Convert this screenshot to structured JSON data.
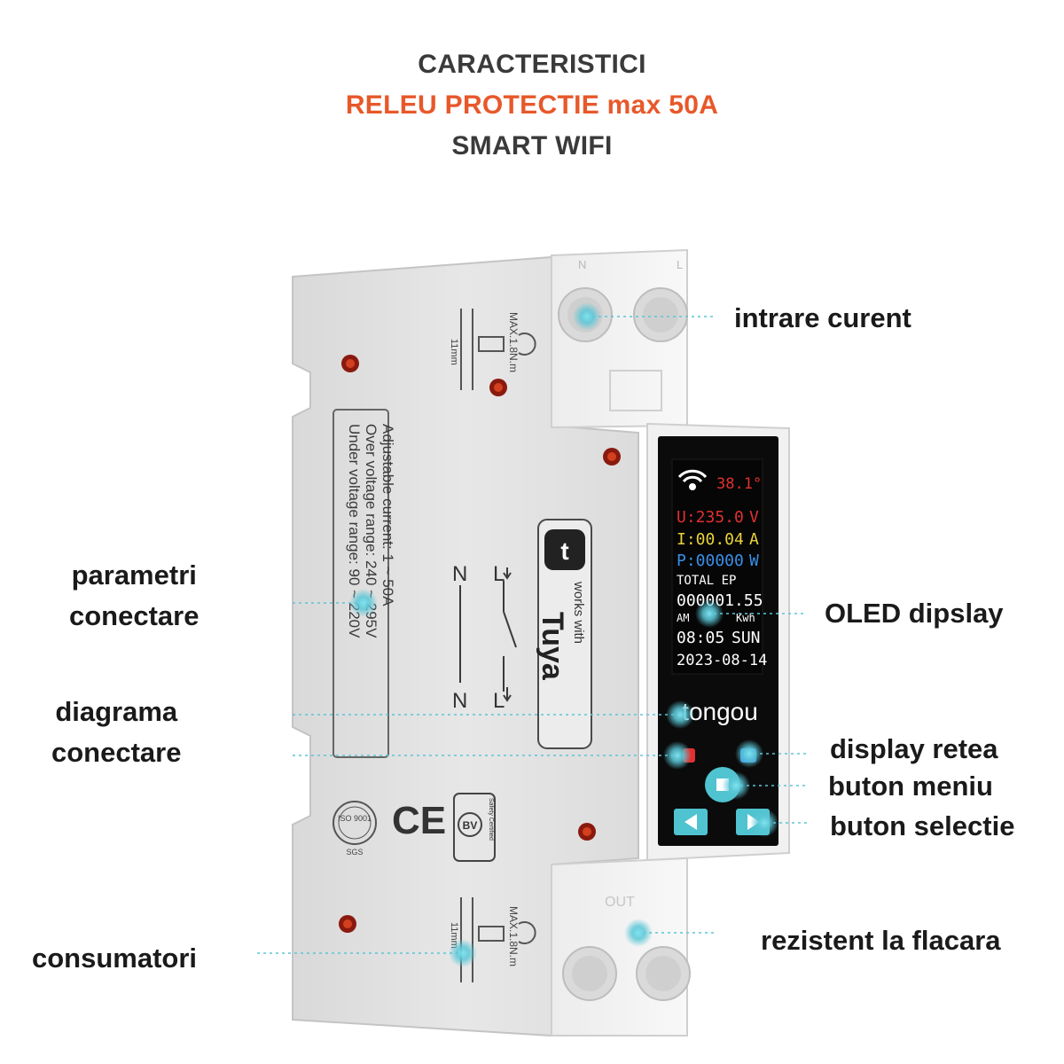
{
  "header": {
    "line1": "CARACTERISTICI",
    "line2": "RELEU PROTECTIE max 50A",
    "line3": "SMART WIFI"
  },
  "labels": {
    "input_current": "intrare curent",
    "params_1": "parametri",
    "params_2": "conectare",
    "diagram_1": "diagrama",
    "diagram_2": "conectare",
    "consumers": "consumatori",
    "oled": "OLED dipslay",
    "network": "display retea",
    "menu": "buton meniu",
    "select": "buton selectie",
    "flame": "rezistent la flacara"
  },
  "device": {
    "side_text": {
      "line1": "Adjustable current: 1 ~ 50A",
      "line2": "Over voltage range: 240 ~ 295V",
      "line3": "Under voltage range: 90 ~ 220V"
    },
    "torque_top": "MAX.1.8N.m",
    "torque_bottom": "MAX.1.8N.m",
    "gap_top": "11mm",
    "gap_bottom": "11mm",
    "tuya_small": "works with",
    "tuya_big": "Tuya",
    "diagram": {
      "n_top": "N",
      "l_top": "L",
      "n_bottom": "N",
      "l_bottom": "L"
    },
    "terminal_n": "N",
    "terminal_l": "L",
    "terminal_out": "OUT",
    "cert_ce": "CE",
    "cert_bv": "BV",
    "cert_bv_note": "Safety Certified",
    "cert_iso": "ISO 9001",
    "cert_sgs": "SGS",
    "brand": "tongou",
    "screen": {
      "temp": "38.1°",
      "voltage": "U:235.0",
      "voltage_unit": "V",
      "current": "I:00.04",
      "current_unit": "A",
      "power": "P:00000",
      "power_unit": "W",
      "total_label": "TOTAL EP",
      "energy": "000001.55",
      "ampm": "AM",
      "energy_unit": "Kwh",
      "time": "08:05",
      "day": "SUN",
      "date": "2023-08-14"
    }
  },
  "colors": {
    "accent": "#e8582a",
    "callout": "#5bc6d6",
    "button": "#4fc3cf",
    "screen_red": "#e03030",
    "screen_yellow": "#e8d23a",
    "screen_blue": "#3a8fe8"
  }
}
